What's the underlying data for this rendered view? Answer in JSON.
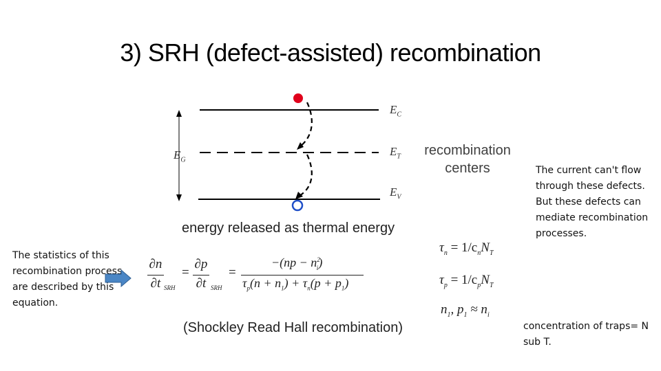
{
  "slide": {
    "title": "3) SRH (defect-assisted) recombination"
  },
  "diagram": {
    "levels": {
      "ec": "E",
      "ec_sub": "C",
      "et": "E",
      "et_sub": "T",
      "ev": "E",
      "ev_sub": "V",
      "eg": "E",
      "eg_sub": "G"
    },
    "recombination_centers": "recombination centers",
    "recombination_line1": "recombination",
    "recombination_line2": "centers",
    "energy_released": "energy released as thermal energy",
    "srh_caption": "(Shockley Read Hall recombination)",
    "colors": {
      "electron": "#e0001b",
      "hole": "#1f4fc8",
      "arrow": "#4a86c5"
    }
  },
  "equations": {
    "dn": "∂n",
    "dp": "∂p",
    "dt": "∂t",
    "srh": "SRH",
    "numerator": "−(np − n",
    "numerator_tail": ")",
    "ni_sq": "i",
    "denominator": "τ",
    "tau_n": "τ",
    "tau_n_rhs": " = 1/c",
    "tau_n_sub": "n",
    "tau_n_tail": "N",
    "tau_p": "τ",
    "tau_p_rhs": " = 1/c",
    "tau_p_sub": "p",
    "tau_p_tail": "N",
    "approx": "n",
    "approx_rhs": ", p",
    "approx_tail": " ≈ n",
    "sub_t": "T",
    "sub_1": "1",
    "sub_i": "i"
  },
  "notes": {
    "left": "The statistics of this recombination process are described by this equation.",
    "right": "The current can't flow through these defects. But these defects can mediate recombination processes.",
    "bottom": "concentration of traps= N sub T."
  }
}
